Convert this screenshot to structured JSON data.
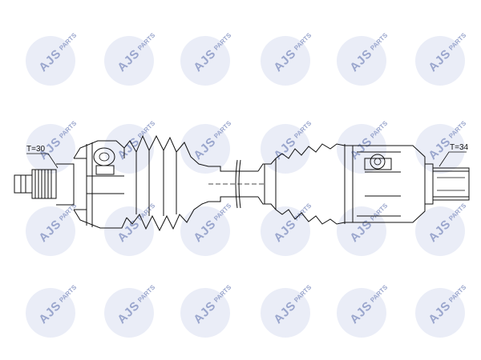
{
  "watermark": {
    "brand": "AJS",
    "sub": "PARTS"
  },
  "labels": {
    "left_teeth": "T=30",
    "right_teeth": "T=34"
  },
  "colors": {
    "line": "#111111",
    "watermark_fill": "#d9dff0",
    "watermark_text": "#9aa6cd"
  }
}
